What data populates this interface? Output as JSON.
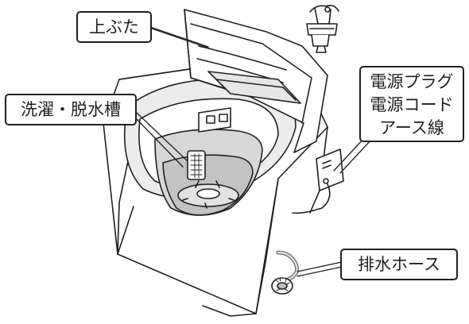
{
  "labels": {
    "lid": "上ぶた",
    "tub": "洗濯・脱水槽",
    "power_lines": [
      "電源プラグ",
      "電源コード",
      "アース線"
    ],
    "drain_hose": "排水ホース"
  },
  "colors": {
    "line": "#231f20",
    "fill_light": "#ffffff",
    "fill_gray": "#e6e6e6",
    "fill_mid": "#cfcfcf",
    "fill_dark": "#9a9a9a"
  }
}
